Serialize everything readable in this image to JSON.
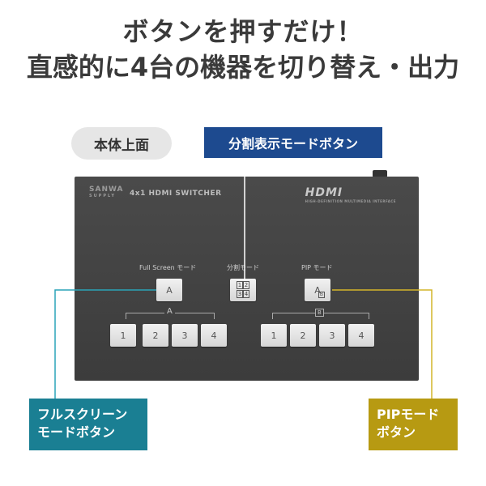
{
  "headline": {
    "line1": "ボタンを押すだけ！",
    "line2": "直感的に4台の機器を切り替え・出力"
  },
  "view_label": "本体上面",
  "callouts": {
    "split_mode": "分割表示モードボタン",
    "full_screen_mode": [
      "フルスクリーン",
      "モードボタン"
    ],
    "pip_mode": [
      "PIPモード",
      "ボタン"
    ]
  },
  "device": {
    "brand": "SANWA",
    "brand_sub": "SUPPLY",
    "model": "4x1 HDMI SWITCHER",
    "hdmi_logo": "HDMI",
    "hdmi_tagline": "HIGH-DEFINITION MULTIMEDIA INTERFACE",
    "mode_labels": {
      "full_screen": "Full Screen モード",
      "split": "分割モード",
      "pip": "PIP モード"
    },
    "mode_buttons": {
      "full_screen": "A",
      "split": [
        "1",
        "2",
        "3",
        "4"
      ],
      "pip": "A",
      "pip_sub": "B"
    },
    "group_a_label": "A",
    "group_b_label": "B",
    "group_a_keys": [
      "1",
      "2",
      "3",
      "4"
    ],
    "group_b_keys": [
      "1",
      "2",
      "3",
      "4"
    ]
  },
  "colors": {
    "split_callout": "#1d4a8f",
    "full_screen_callout": "#1a7f93",
    "pip_callout": "#b79a12",
    "device_body": "#444444"
  }
}
